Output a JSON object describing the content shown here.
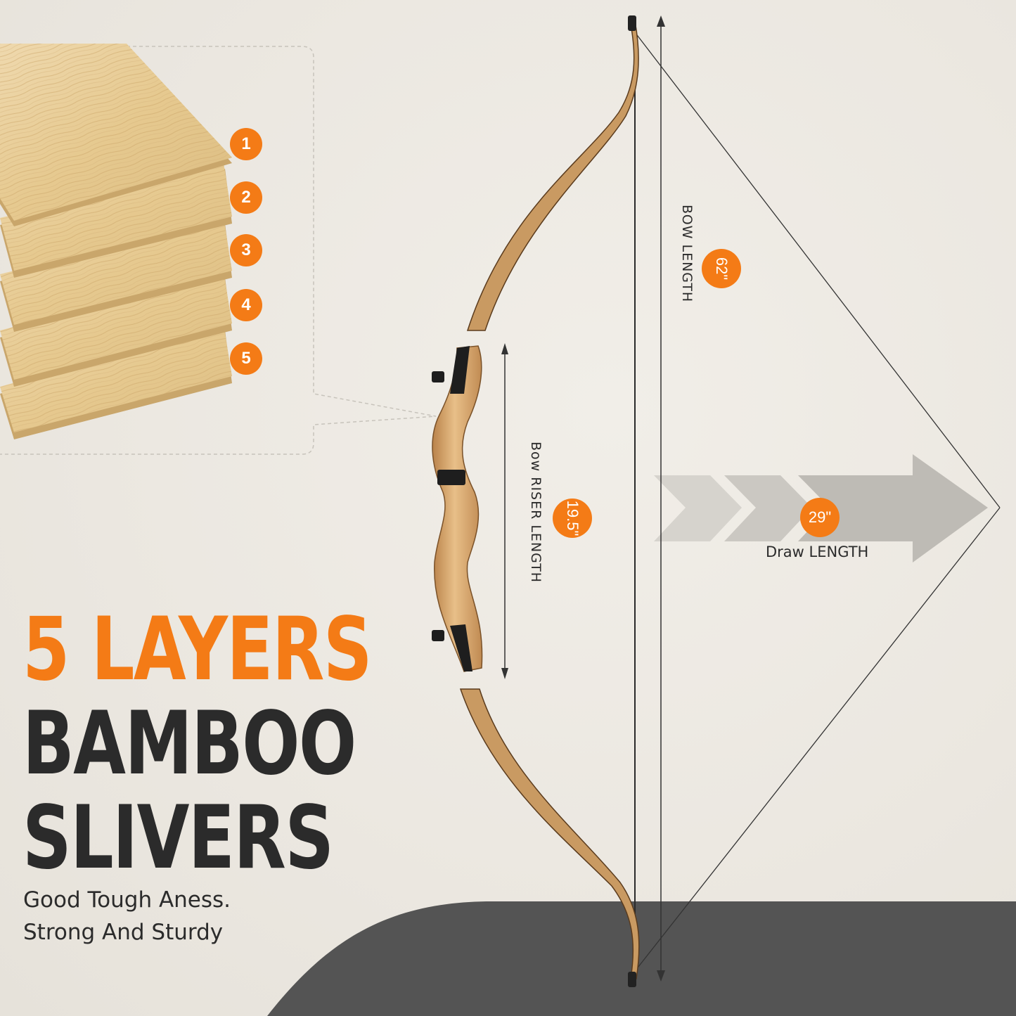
{
  "layers": {
    "badges": [
      "1",
      "2",
      "3",
      "4",
      "5"
    ]
  },
  "measurements": {
    "bow_length_value": "62\"",
    "bow_length_label": "BOW LENGTH",
    "riser_value": "19.5\"",
    "riser_label": "Bow RISER LENGTH",
    "draw_value": "29\"",
    "draw_label": "Draw LENGTH"
  },
  "headline": {
    "line1": "5 LAYERS",
    "line2": "BAMBOO",
    "line3": "SLIVERS"
  },
  "tagline": {
    "line1": "Good Tough Aness.",
    "line2": "Strong And Sturdy"
  },
  "colors": {
    "accent": "#f47b16",
    "dark_text": "#2b2b2b",
    "ground": "#545454"
  }
}
